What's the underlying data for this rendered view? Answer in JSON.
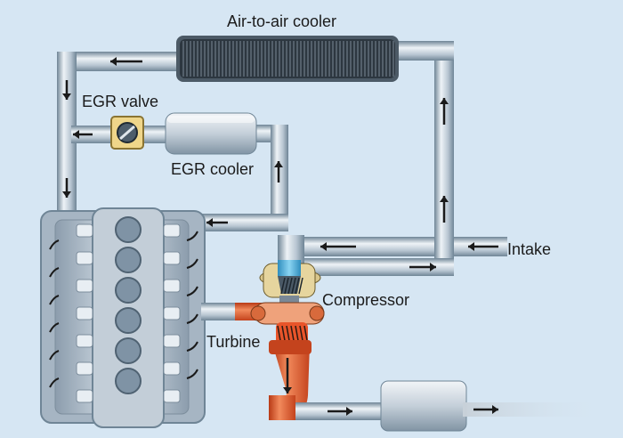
{
  "diagram": {
    "labels": {
      "air_cooler": "Air-to-air cooler",
      "egr_valve": "EGR valve",
      "egr_cooler": "EGR cooler",
      "intake": "Intake",
      "compressor": "Compressor",
      "turbine": "Turbine"
    },
    "colors": {
      "background": "#d6e6f3",
      "pipe_dark": "#6f8596",
      "pipe_light": "#eef3f7",
      "exhaust": "#e8542a",
      "compressor_blue": "#5ab7e3",
      "engine": "#b9c7d3",
      "arrow": "#1a1a1a"
    },
    "icons": [
      "egr-valve-icon",
      "turbocharger-icon",
      "engine-block-icon",
      "muffler-icon",
      "flow-arrow-icon"
    ]
  }
}
